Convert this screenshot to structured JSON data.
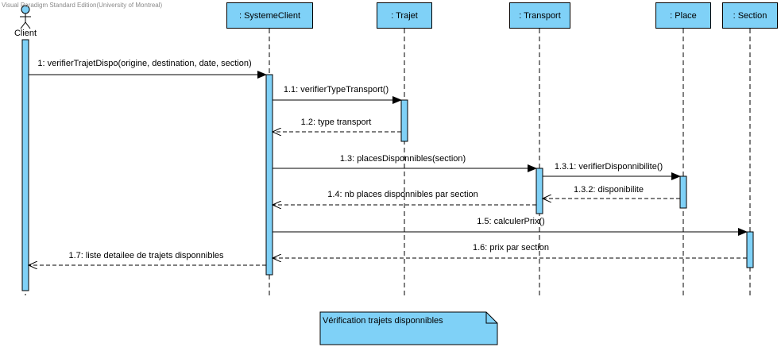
{
  "watermark": "Visual Paradigm Standard Edition(University of Montreal)",
  "actor": {
    "name": "Client"
  },
  "lifelines": [
    {
      "id": "systemeclient",
      "label": ": SystemeClient"
    },
    {
      "id": "trajet",
      "label": ": Trajet"
    },
    {
      "id": "transport",
      "label": ": Transport"
    },
    {
      "id": "place",
      "label": ": Place"
    },
    {
      "id": "section",
      "label": ": Section"
    }
  ],
  "messages": [
    {
      "label": "1: verifierTrajetDispo(origine, destination, date, section)",
      "kind": "call"
    },
    {
      "label": "1.1: verifierTypeTransport()",
      "kind": "call"
    },
    {
      "label": "1.2: type transport",
      "kind": "return"
    },
    {
      "label": "1.3: placesDisponnibles(section)",
      "kind": "call"
    },
    {
      "label": "1.3.1: verifierDisponnibilite()",
      "kind": "call"
    },
    {
      "label": "1.3.2: disponibilite",
      "kind": "return"
    },
    {
      "label": "1.4: nb places disponnibles par section",
      "kind": "return"
    },
    {
      "label": "1.5: calculerPrix()",
      "kind": "call"
    },
    {
      "label": "1.6: prix par section",
      "kind": "return"
    },
    {
      "label": "1.7: liste detailee de trajets disponnibles",
      "kind": "return"
    }
  ],
  "note": {
    "text": "Vérification trajets disponnibles"
  },
  "colors": {
    "fill": "#7fd1f7",
    "line": "#000000"
  }
}
